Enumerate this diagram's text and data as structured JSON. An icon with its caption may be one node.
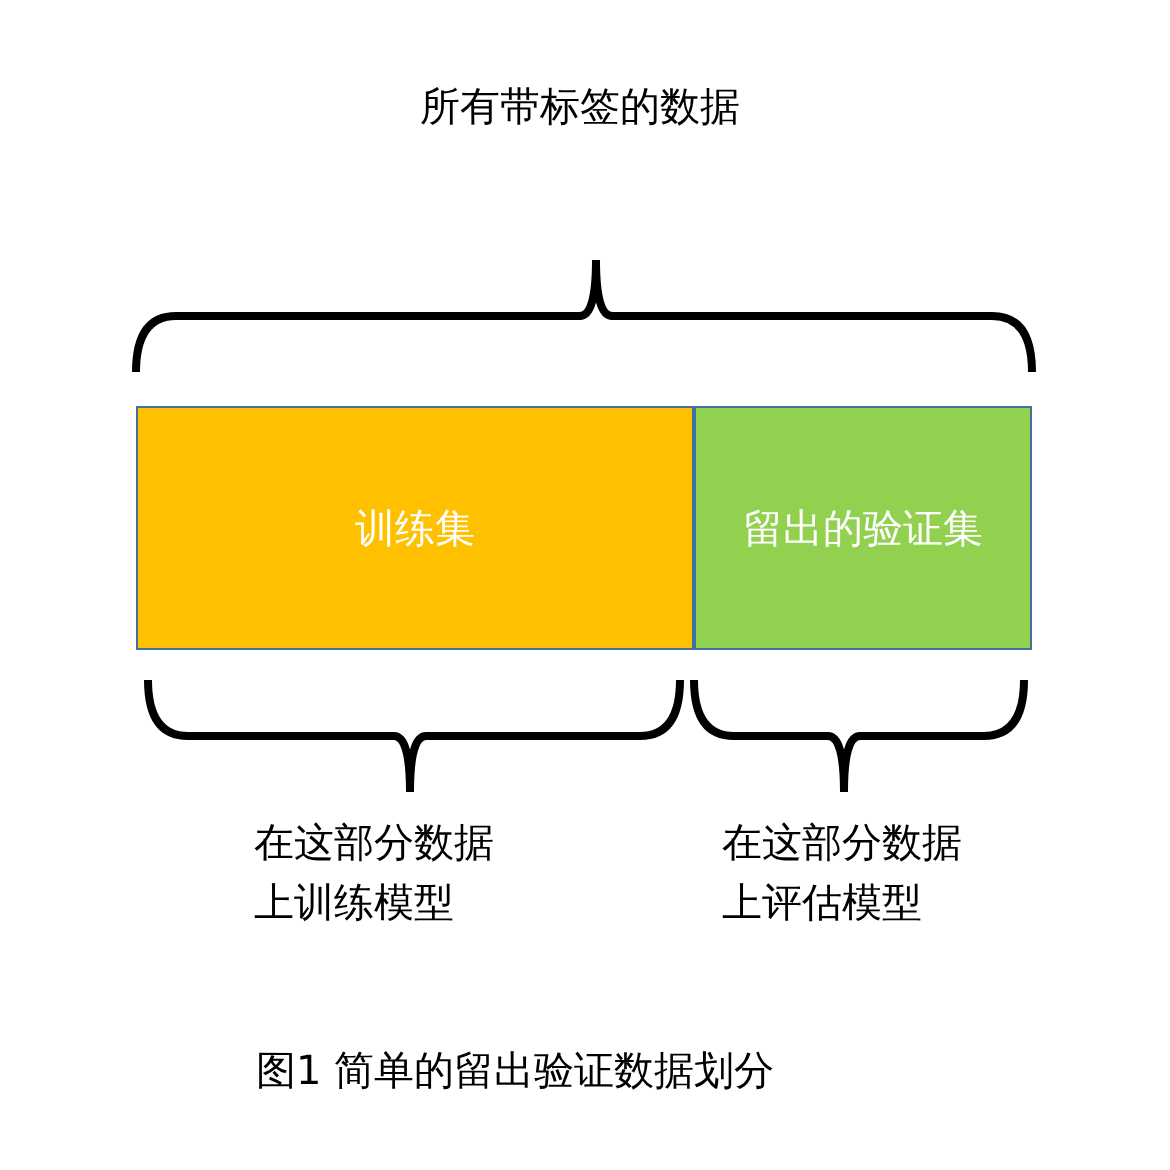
{
  "diagram": {
    "caption": "图1 简单的留出验证数据划分",
    "nodes": [
      {
        "text": [
          "训练集"
        ]
      },
      {
        "text": [
          "留出的验证集"
        ]
      }
    ],
    "labels": [
      "所有带标签的数据",
      "在这部分数据上训练模型",
      "在这部分数据上评估模型"
    ]
  }
}
